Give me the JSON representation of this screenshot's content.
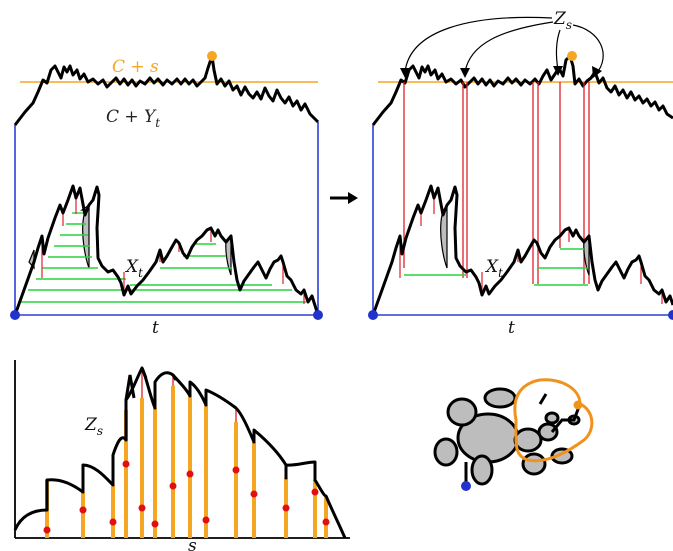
{
  "labels": {
    "c_plus_s": "C + s",
    "c_plus_y": "C + Y",
    "c_plus_y_sub": "t",
    "x_main": "X",
    "x_sub": "t",
    "t_axis": "t",
    "z_main": "Z",
    "z_sub": "s",
    "s_axis": "s"
  },
  "colors": {
    "curve": "#000000",
    "level_line": "#f5a623",
    "box": "#2b3fd6",
    "excursion": "#e0202a",
    "horizontal": "#27d43c",
    "fill": "#bdbdbd",
    "vertical_thick": "#f5a623",
    "dot": "#e01010",
    "root": "#2233cc",
    "marked_point": "#f5a623",
    "loop": "#f0921e"
  }
}
